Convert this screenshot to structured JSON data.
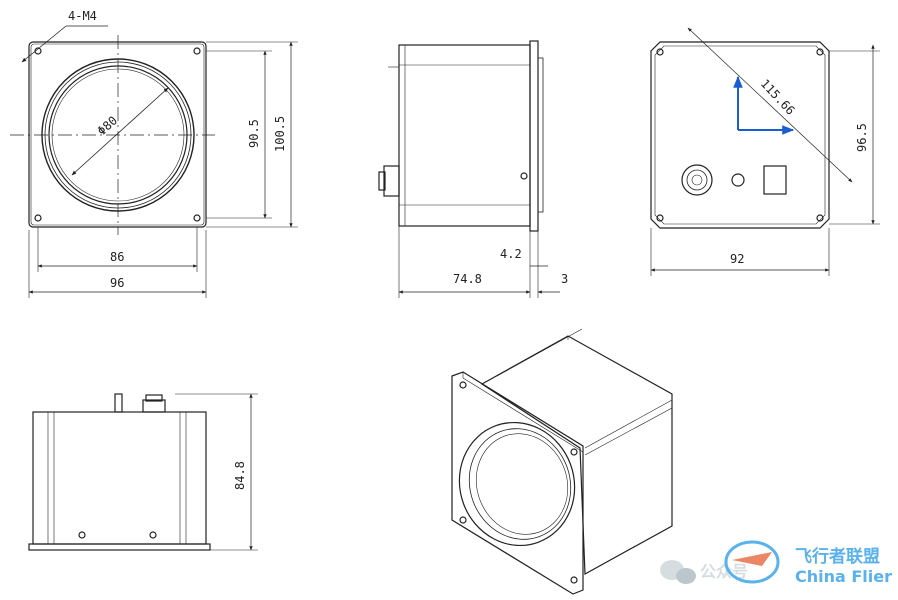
{
  "drawing": {
    "front_view": {
      "hole_callout": "4-M4",
      "bore_diameter": "Φ80",
      "width_inner": "86",
      "width_outer": "96",
      "height_inner": "90.5",
      "height_outer": "100.5"
    },
    "side_view": {
      "flange_offset": "4.2",
      "body_length": "74.8",
      "flange_thickness": "3"
    },
    "rear_view": {
      "diagonal": "115.66",
      "width": "92",
      "height": "96.5"
    },
    "bottom_view": {
      "height": "84.8"
    }
  },
  "watermark": {
    "brand_cn": "飞行者联盟",
    "brand_en": "China Flier",
    "account_label": "公众号"
  },
  "colors": {
    "line": "#222222",
    "axis": "#1a5fd1",
    "watermark": "#3da5e8"
  }
}
